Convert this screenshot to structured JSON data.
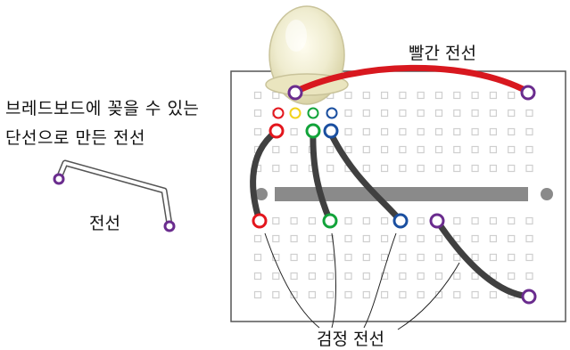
{
  "labels": {
    "description_line1": "브레드보드에 꽂을 수 있는",
    "description_line2": "단선으로 만든 전선",
    "wire": "전선",
    "red_wire": "빨간 전선",
    "black_wires": "검정 전선"
  },
  "colors": {
    "breadboard_border": "#555555",
    "hole": "#cfcfcf",
    "rail": "#8a8a8a",
    "red_wire": "#d8181f",
    "black_wire": "#404040",
    "led_body": "#f4f0c8",
    "ring_red": "#e3161d",
    "ring_green": "#12a33a",
    "ring_blue": "#1a4fa0",
    "ring_purple": "#6a2c8e",
    "ring_yellow": "#f2d21c"
  }
}
